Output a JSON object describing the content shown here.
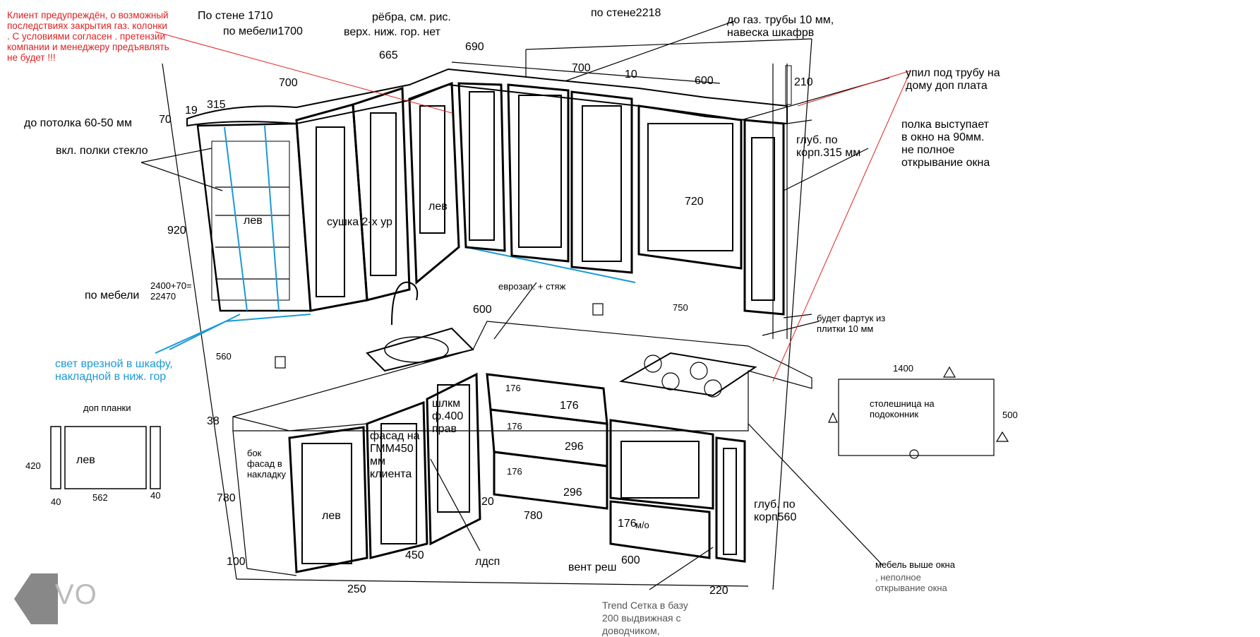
{
  "notes": {
    "client_warning": "Клиент предупреждён, о возможный\nпоследствиях закрытия газ. колонки\n. С условиями согласен . претензии\nкомпании и менеджеру предъявлять\nне будет !!!",
    "po_stene_1710": "По стене 1710",
    "po_mebeli_1700": "по мебели1700",
    "rebra": "рёбра, см. рис.",
    "verh_nizh": "верх. ниж. гор. нет",
    "po_stene_2218": "по стене2218",
    "do_gaz_truby": "до газ. трубы 10 мм,\nнавеска шкафрв",
    "upil": "упил под трубу на\nдому доп плата",
    "polka_vystupaet": "полка выступает\nв окно на 90мм.\nне полное\nоткрывание окна",
    "glub_315": "глуб. по\nкорп.315 мм",
    "do_potolka": "до потолка 60-50 мм",
    "vkl_polki": "вкл. полки стекло",
    "po_mebeli": "по мебели",
    "po_mebeli_calc": "2400+70=\n22470",
    "svet": "свет  врезной в шкафу,\nнакладной в ниж. гор",
    "evrozap": "еврозап. + стяж",
    "fartuk": "будет фартук из\nплитки 10 мм",
    "stoleshnica": "столешница на\nподоконник",
    "dop_planki": "доп планки",
    "bok_fasad": "бок\nфасад в\nнакладку",
    "fasad_gmm": "фасад на\nГММ450\nмм\nклиента",
    "shlk": "шлкм\nф.400\nправ",
    "lev_cab": "лев",
    "sushka": "сушка 2-х ур",
    "ldsp": "лдсп",
    "vent_resh": "вент реш",
    "glub_560": "глуб. по\nкорп560",
    "mebel_vyshe": "мебель выше окна",
    "nepolnoe": ", неполное\nоткрывание окна",
    "trend": "Trend Сетка в базу\n200 выдвижная с\nдоводчиком,",
    "mo": "м/о"
  },
  "dimensions": {
    "d665": "665",
    "d690": "690",
    "d700a": "700",
    "d700b": "700",
    "d10": "10",
    "d600top": "600",
    "d210": "210",
    "d19": "19",
    "d315": "315",
    "d70": "70",
    "d920": "920",
    "d720": "720",
    "d750": "750",
    "d600mid": "600",
    "d560": "560",
    "d38": "38",
    "d780a": "780",
    "d100": "100",
    "d250": "250",
    "d450": "450",
    "d20": "20",
    "d780b": "780",
    "d176a": "176",
    "d296a": "296",
    "d296b": "296",
    "d176b": "176",
    "d600bot": "600",
    "d220": "220",
    "d1400": "1400",
    "d500": "500",
    "d420": "420",
    "d40a": "40",
    "d562": "562",
    "d40b": "40",
    "f176a": "176",
    "f176b": "176",
    "f176c": "176"
  },
  "logo": {
    "text": "VO"
  }
}
